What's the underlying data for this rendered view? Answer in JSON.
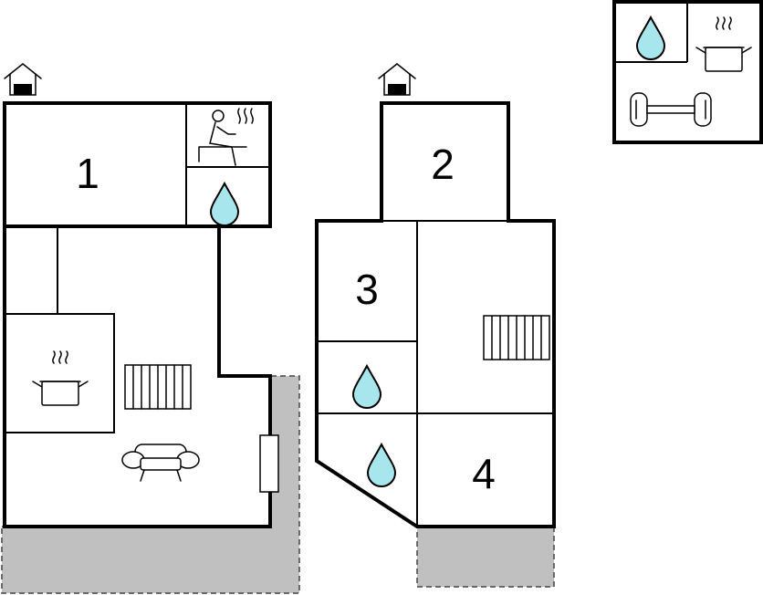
{
  "rooms": [
    {
      "id": "room-1",
      "number": "1"
    },
    {
      "id": "room-2",
      "number": "2"
    },
    {
      "id": "room-3",
      "number": "3"
    },
    {
      "id": "room-4",
      "number": "4"
    }
  ],
  "icons": {
    "entrance": "house-entrance-icon",
    "sauna": "sauna-icon",
    "bathroom": "water-drop-icon",
    "kitchen": "cooking-pot-icon",
    "stairs": "stairs-icon",
    "sofa": "sofa-icon",
    "fitness": "dumbbell-icon"
  },
  "colors": {
    "wall": "#000000",
    "terrace": "#c0c0c0",
    "water": "#a8e6ee",
    "background": "#ffffff"
  }
}
